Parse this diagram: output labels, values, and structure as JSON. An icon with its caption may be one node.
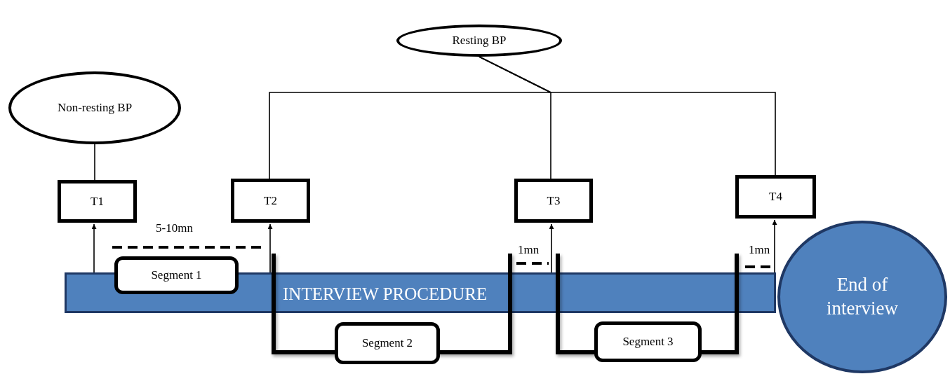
{
  "diagram": {
    "nodes": [
      {
        "text": [
          "Resting BP"
        ]
      },
      {
        "text": [
          "Non-resting BP"
        ]
      },
      {
        "text": [
          "T1"
        ]
      },
      {
        "text": [
          "T2"
        ]
      },
      {
        "text": [
          "T3"
        ]
      },
      {
        "text": [
          "T4"
        ]
      },
      {
        "text": [
          "INTERVIEW PROCEDURE"
        ]
      },
      {
        "text": [
          "Segment 1"
        ]
      },
      {
        "text": [
          "Segment 2"
        ]
      },
      {
        "text": [
          "Segment 3"
        ]
      },
      {
        "text": [
          "End of interview"
        ]
      }
    ],
    "edges": [
      {
        "from": 1,
        "to": 2,
        "arrow": "none"
      },
      {
        "from": 0,
        "to": 3,
        "arrow": "none"
      },
      {
        "from": 0,
        "to": 4,
        "arrow": "none"
      },
      {
        "from": 0,
        "to": 5,
        "arrow": "none"
      },
      {
        "from": 6,
        "to": 2,
        "arrow": "to"
      },
      {
        "from": 6,
        "to": 3,
        "arrow": "to"
      },
      {
        "from": 6,
        "to": 4,
        "arrow": "to"
      },
      {
        "from": 6,
        "to": 5,
        "arrow": "to"
      }
    ],
    "labels": [
      "5-10mn",
      "1mn",
      "1mn"
    ]
  }
}
